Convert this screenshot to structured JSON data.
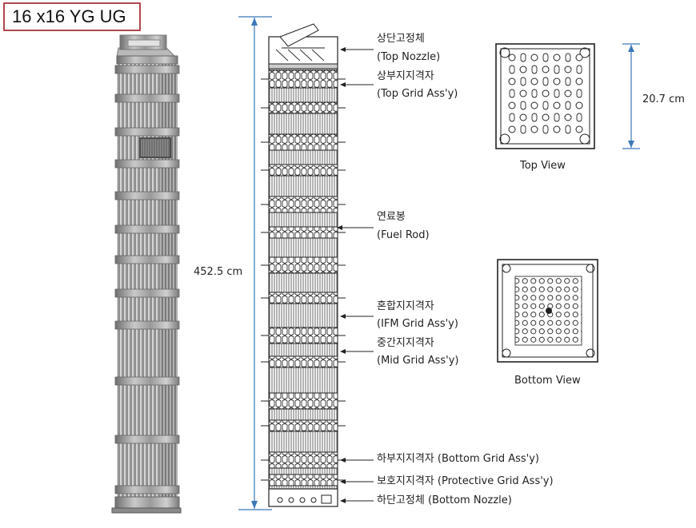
{
  "title": "16 x16 YG UG",
  "dimensions": {
    "height": "452.5 cm",
    "width": "20.7 cm"
  },
  "labels": [
    {
      "ko": "상단고정체",
      "en": "(Top Nozzle)"
    },
    {
      "ko": "상부지지격자",
      "en": "(Top Grid Ass'y)"
    },
    {
      "ko": "연료봉",
      "en": "(Fuel Rod)"
    },
    {
      "ko": "혼합지지격자",
      "en": "(IFM Grid Ass'y)"
    },
    {
      "ko": "중간지지격자",
      "en": "(Mid Grid Ass'y)"
    },
    {
      "ko": "하부지지격자",
      "en": "(Bottom Grid Ass'y)"
    },
    {
      "ko": "보호지지격자",
      "en": "(Protective Grid Ass'y)"
    },
    {
      "ko": "하단고정체",
      "en": "(Bottom Nozzle)"
    }
  ],
  "views": {
    "top": "Top View",
    "bottom": "Bottom View"
  },
  "colors": {
    "title_border": "#b0474d",
    "dimension_line": "#3a78b8",
    "metal": "#a8a8a8"
  }
}
